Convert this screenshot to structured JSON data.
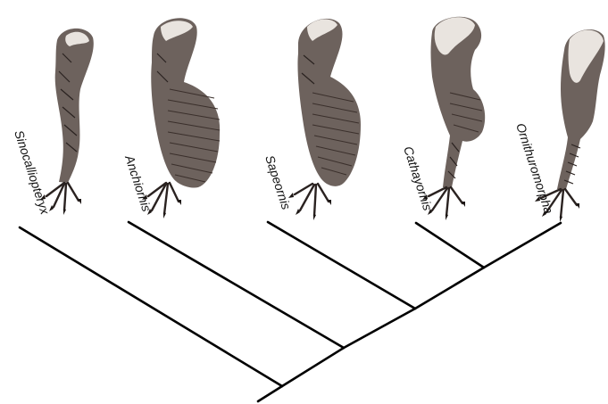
{
  "taxa": [
    {
      "id": "sinocalliopteryx",
      "label": "Sinocalliopteryx",
      "leg_feathering": "thigh-only"
    },
    {
      "id": "anchiornis",
      "label": "Anchiornis",
      "leg_feathering": "large-leg-wing"
    },
    {
      "id": "sapeornis",
      "label": "Sapeornis",
      "leg_feathering": "reduced-leg-wing"
    },
    {
      "id": "cathayornis",
      "label": "Cathayornis",
      "leg_feathering": "tibial-feathers"
    },
    {
      "id": "ornithuromorpha",
      "label": "Ornithuromorpha",
      "leg_feathering": "scaly-tarsus"
    }
  ],
  "tree": {
    "topology": "(Sinocalliopteryx,(Anchiornis,(Sapeornis,(Cathayornis,Ornithuromorpha))))"
  },
  "colors": {
    "line": "#000000",
    "feather_dark": "#3a2f2b",
    "feather_mid": "#6d625d",
    "feather_light": "#e9e4df"
  }
}
